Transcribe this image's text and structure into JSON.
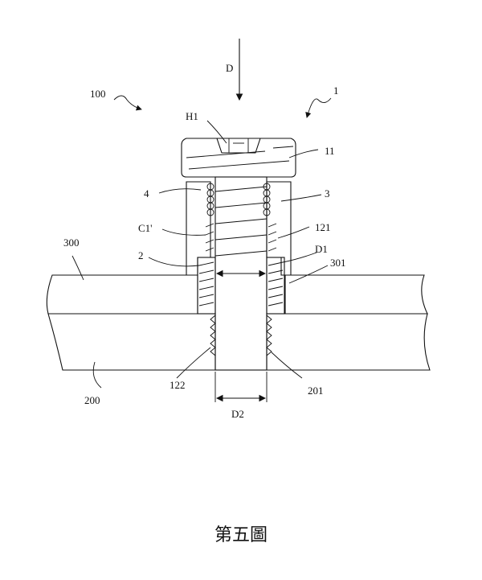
{
  "figure": {
    "caption": "第五圖",
    "labels": {
      "D": "D",
      "assembly": "100",
      "fastener": "1",
      "head_hole": "H1",
      "head": "11",
      "spring": "4",
      "sleeve": "3",
      "shank": "121",
      "clearance": "C1'",
      "bushing": "2",
      "diameter_upper": "D1",
      "upper_plate_hole": "301",
      "upper_plate": "300",
      "thread": "122",
      "lower_plate_hole": "201",
      "lower_plate": "200",
      "diameter_lower": "D2"
    }
  }
}
